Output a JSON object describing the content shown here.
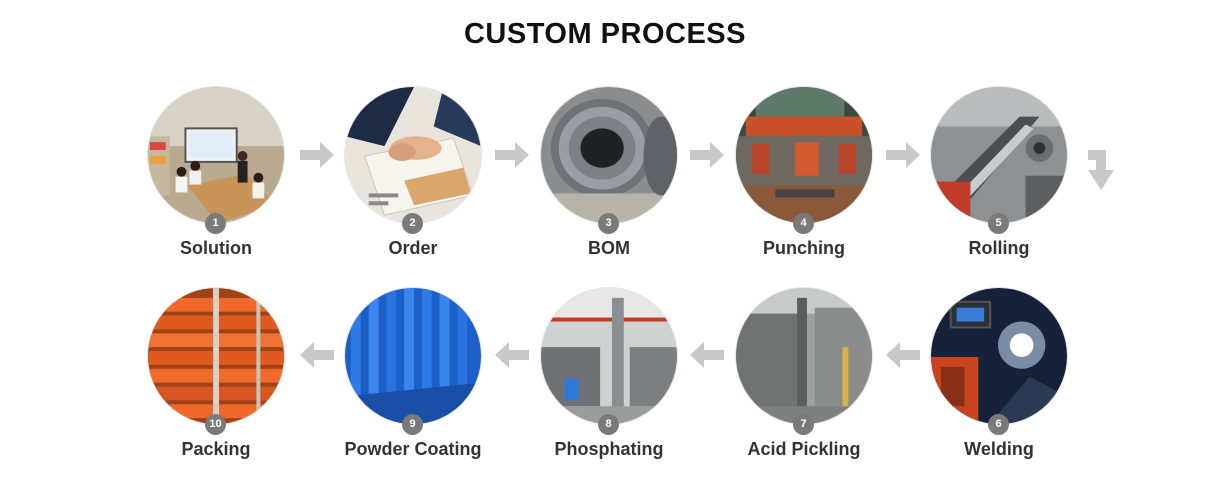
{
  "title": "CUSTOM PROCESS",
  "colors": {
    "arrow": "#c8c8c8",
    "badge": "#7a7a7a",
    "label": "#333333"
  },
  "steps": [
    {
      "number": "1",
      "label": "Solution",
      "photo": "meeting-room-photo"
    },
    {
      "number": "2",
      "label": "Order",
      "photo": "handshake-contract-photo"
    },
    {
      "number": "3",
      "label": "BOM",
      "photo": "steel-coil-photo"
    },
    {
      "number": "4",
      "label": "Punching",
      "photo": "punch-press-photo"
    },
    {
      "number": "5",
      "label": "Rolling",
      "photo": "roll-forming-machine-photo"
    },
    {
      "number": "6",
      "label": "Welding",
      "photo": "robotic-welding-photo"
    },
    {
      "number": "7",
      "label": "Acid Pickling",
      "photo": "acid-pickling-line-photo"
    },
    {
      "number": "8",
      "label": "Phosphating",
      "photo": "phosphating-line-photo"
    },
    {
      "number": "9",
      "label": "Powder Coating",
      "photo": "blue-coated-beams-photo"
    },
    {
      "number": "10",
      "label": "Packing",
      "photo": "orange-beams-stack-photo"
    }
  ]
}
